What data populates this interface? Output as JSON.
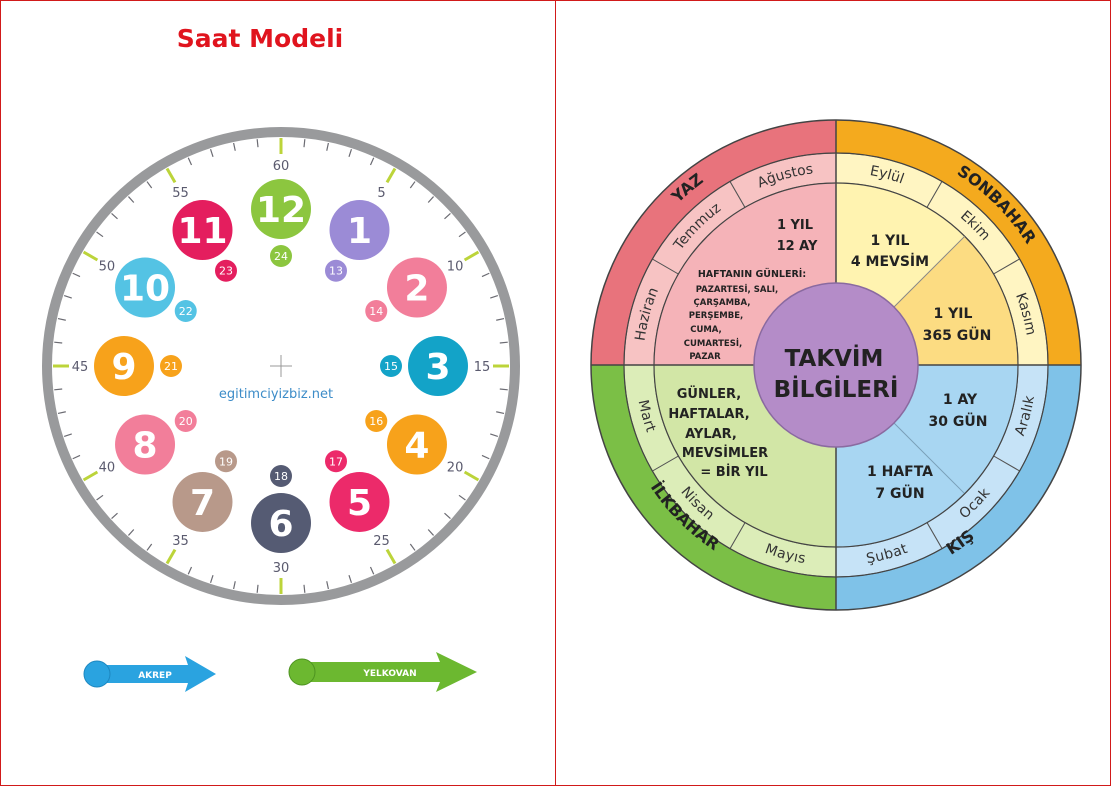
{
  "page": {
    "title": "Saat Modeli",
    "frame_color": "#d11a1a",
    "title_color": "#e0141e"
  },
  "clock": {
    "watermark": "egitimciyizbiz.net",
    "minute_labels": [
      "60",
      "5",
      "10",
      "15",
      "20",
      "25",
      "30",
      "35",
      "40",
      "45",
      "50",
      "55"
    ],
    "hours": [
      {
        "hour": "12",
        "color": "#8cc63f"
      },
      {
        "hour": "1",
        "color": "#9b8bd6"
      },
      {
        "hour": "2",
        "color": "#f27e9a"
      },
      {
        "hour": "3",
        "color": "#13a3c8"
      },
      {
        "hour": "4",
        "color": "#f7a21b"
      },
      {
        "hour": "5",
        "color": "#ec2a6a"
      },
      {
        "hour": "6",
        "color": "#555b73"
      },
      {
        "hour": "7",
        "color": "#b8998a"
      },
      {
        "hour": "8",
        "color": "#f27e9a"
      },
      {
        "hour": "9",
        "color": "#f7a21b"
      },
      {
        "hour": "10",
        "color": "#54c3e4"
      },
      {
        "hour": "11",
        "color": "#e41e5e"
      }
    ],
    "afternoon_hours": [
      {
        "hour": "24",
        "color": "#8cc63f"
      },
      {
        "hour": "13",
        "color": "#9b8bd6"
      },
      {
        "hour": "14",
        "color": "#f27e9a"
      },
      {
        "hour": "15",
        "color": "#13a3c8"
      },
      {
        "hour": "16",
        "color": "#f7a21b"
      },
      {
        "hour": "17",
        "color": "#ec2a6a"
      },
      {
        "hour": "18",
        "color": "#555b73"
      },
      {
        "hour": "19",
        "color": "#b8998a"
      },
      {
        "hour": "20",
        "color": "#f27e9a"
      },
      {
        "hour": "21",
        "color": "#f7a21b"
      },
      {
        "hour": "22",
        "color": "#54c3e4"
      },
      {
        "hour": "23",
        "color": "#e41e5e"
      }
    ],
    "hands": {
      "hour_hand_label": "AKREP",
      "minute_hand_label": "YELKOVAN",
      "hour_hand_color": "#2aa3e0",
      "minute_hand_color": "#6cb830"
    }
  },
  "calendar": {
    "center": {
      "line1": "TAKVİM",
      "line2": "BİLGİLERİ",
      "color": "#b48cc8"
    },
    "seasons": [
      {
        "name": "YAZ",
        "color": "#e8737c",
        "months": [
          "Haziran",
          "Temmuz",
          "Ağustos"
        ],
        "facts": [
          "1 YIL",
          "12 AY"
        ],
        "week_title": "HAFTANIN GÜNLERİ:",
        "week_days": [
          "PAZARTESİ, SALI,",
          "ÇARŞAMBA,",
          "PERŞEMBE,",
          "CUMA,",
          "CUMARTESİ,",
          "PAZAR"
        ]
      },
      {
        "name": "SONBAHAR",
        "color": "#f4aa1e",
        "months": [
          "Eylül",
          "Ekim",
          "Kasım"
        ],
        "facts": [
          "1 YIL",
          "4 MEVSİM"
        ],
        "facts2": [
          "1 YIL",
          "365 GÜN"
        ]
      },
      {
        "name": "KIŞ",
        "color": "#7fc2e8",
        "months": [
          "Aralık",
          "Ocak",
          "Şubat"
        ],
        "facts": [
          "1 AY",
          "30 GÜN"
        ],
        "facts2": [
          "1 HAFTA",
          "7 GÜN"
        ]
      },
      {
        "name": "İLKBAHAR",
        "color": "#7bbf46",
        "months": [
          "Mart",
          "Nisan",
          "Mayıs"
        ],
        "facts": [
          "GÜNLER,",
          "HAFTALAR,",
          "AYLAR,",
          "MEVSİMLER",
          "= BİR YIL"
        ]
      }
    ]
  }
}
